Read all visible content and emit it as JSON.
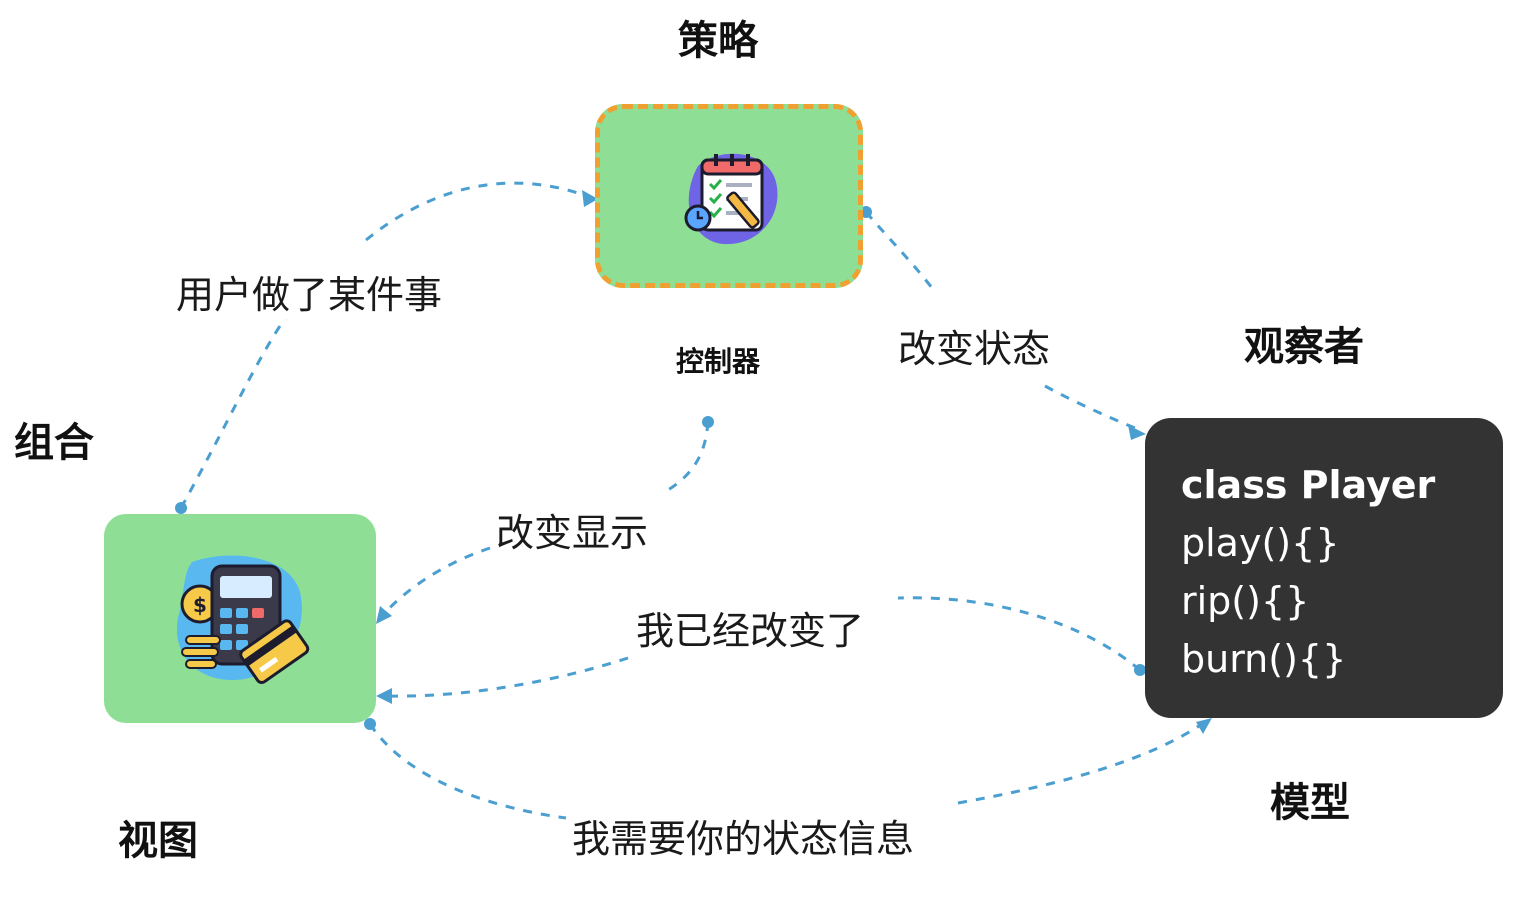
{
  "labels": {
    "strategy": "策略",
    "observer": "观察者",
    "composite": "组合",
    "view": "视图",
    "model": "模型",
    "controller": "控制器"
  },
  "edges": {
    "user_action": "用户做了某件事",
    "change_state": "改变状态",
    "change_display": "改变显示",
    "changed": "我已经改变了",
    "need_state": "我需要你的状态信息"
  },
  "model_code": {
    "title": "class Player",
    "methods": [
      "play(){}",
      "rip(){}",
      "burn(){}"
    ]
  },
  "icons": {
    "controller": "checklist-clipboard-icon",
    "view": "calculator-credit-card-icon"
  },
  "colors": {
    "node_fill": "#8edf95",
    "controller_border": "#f0a030",
    "model_fill": "#333333",
    "edge": "#4a9fd0"
  }
}
